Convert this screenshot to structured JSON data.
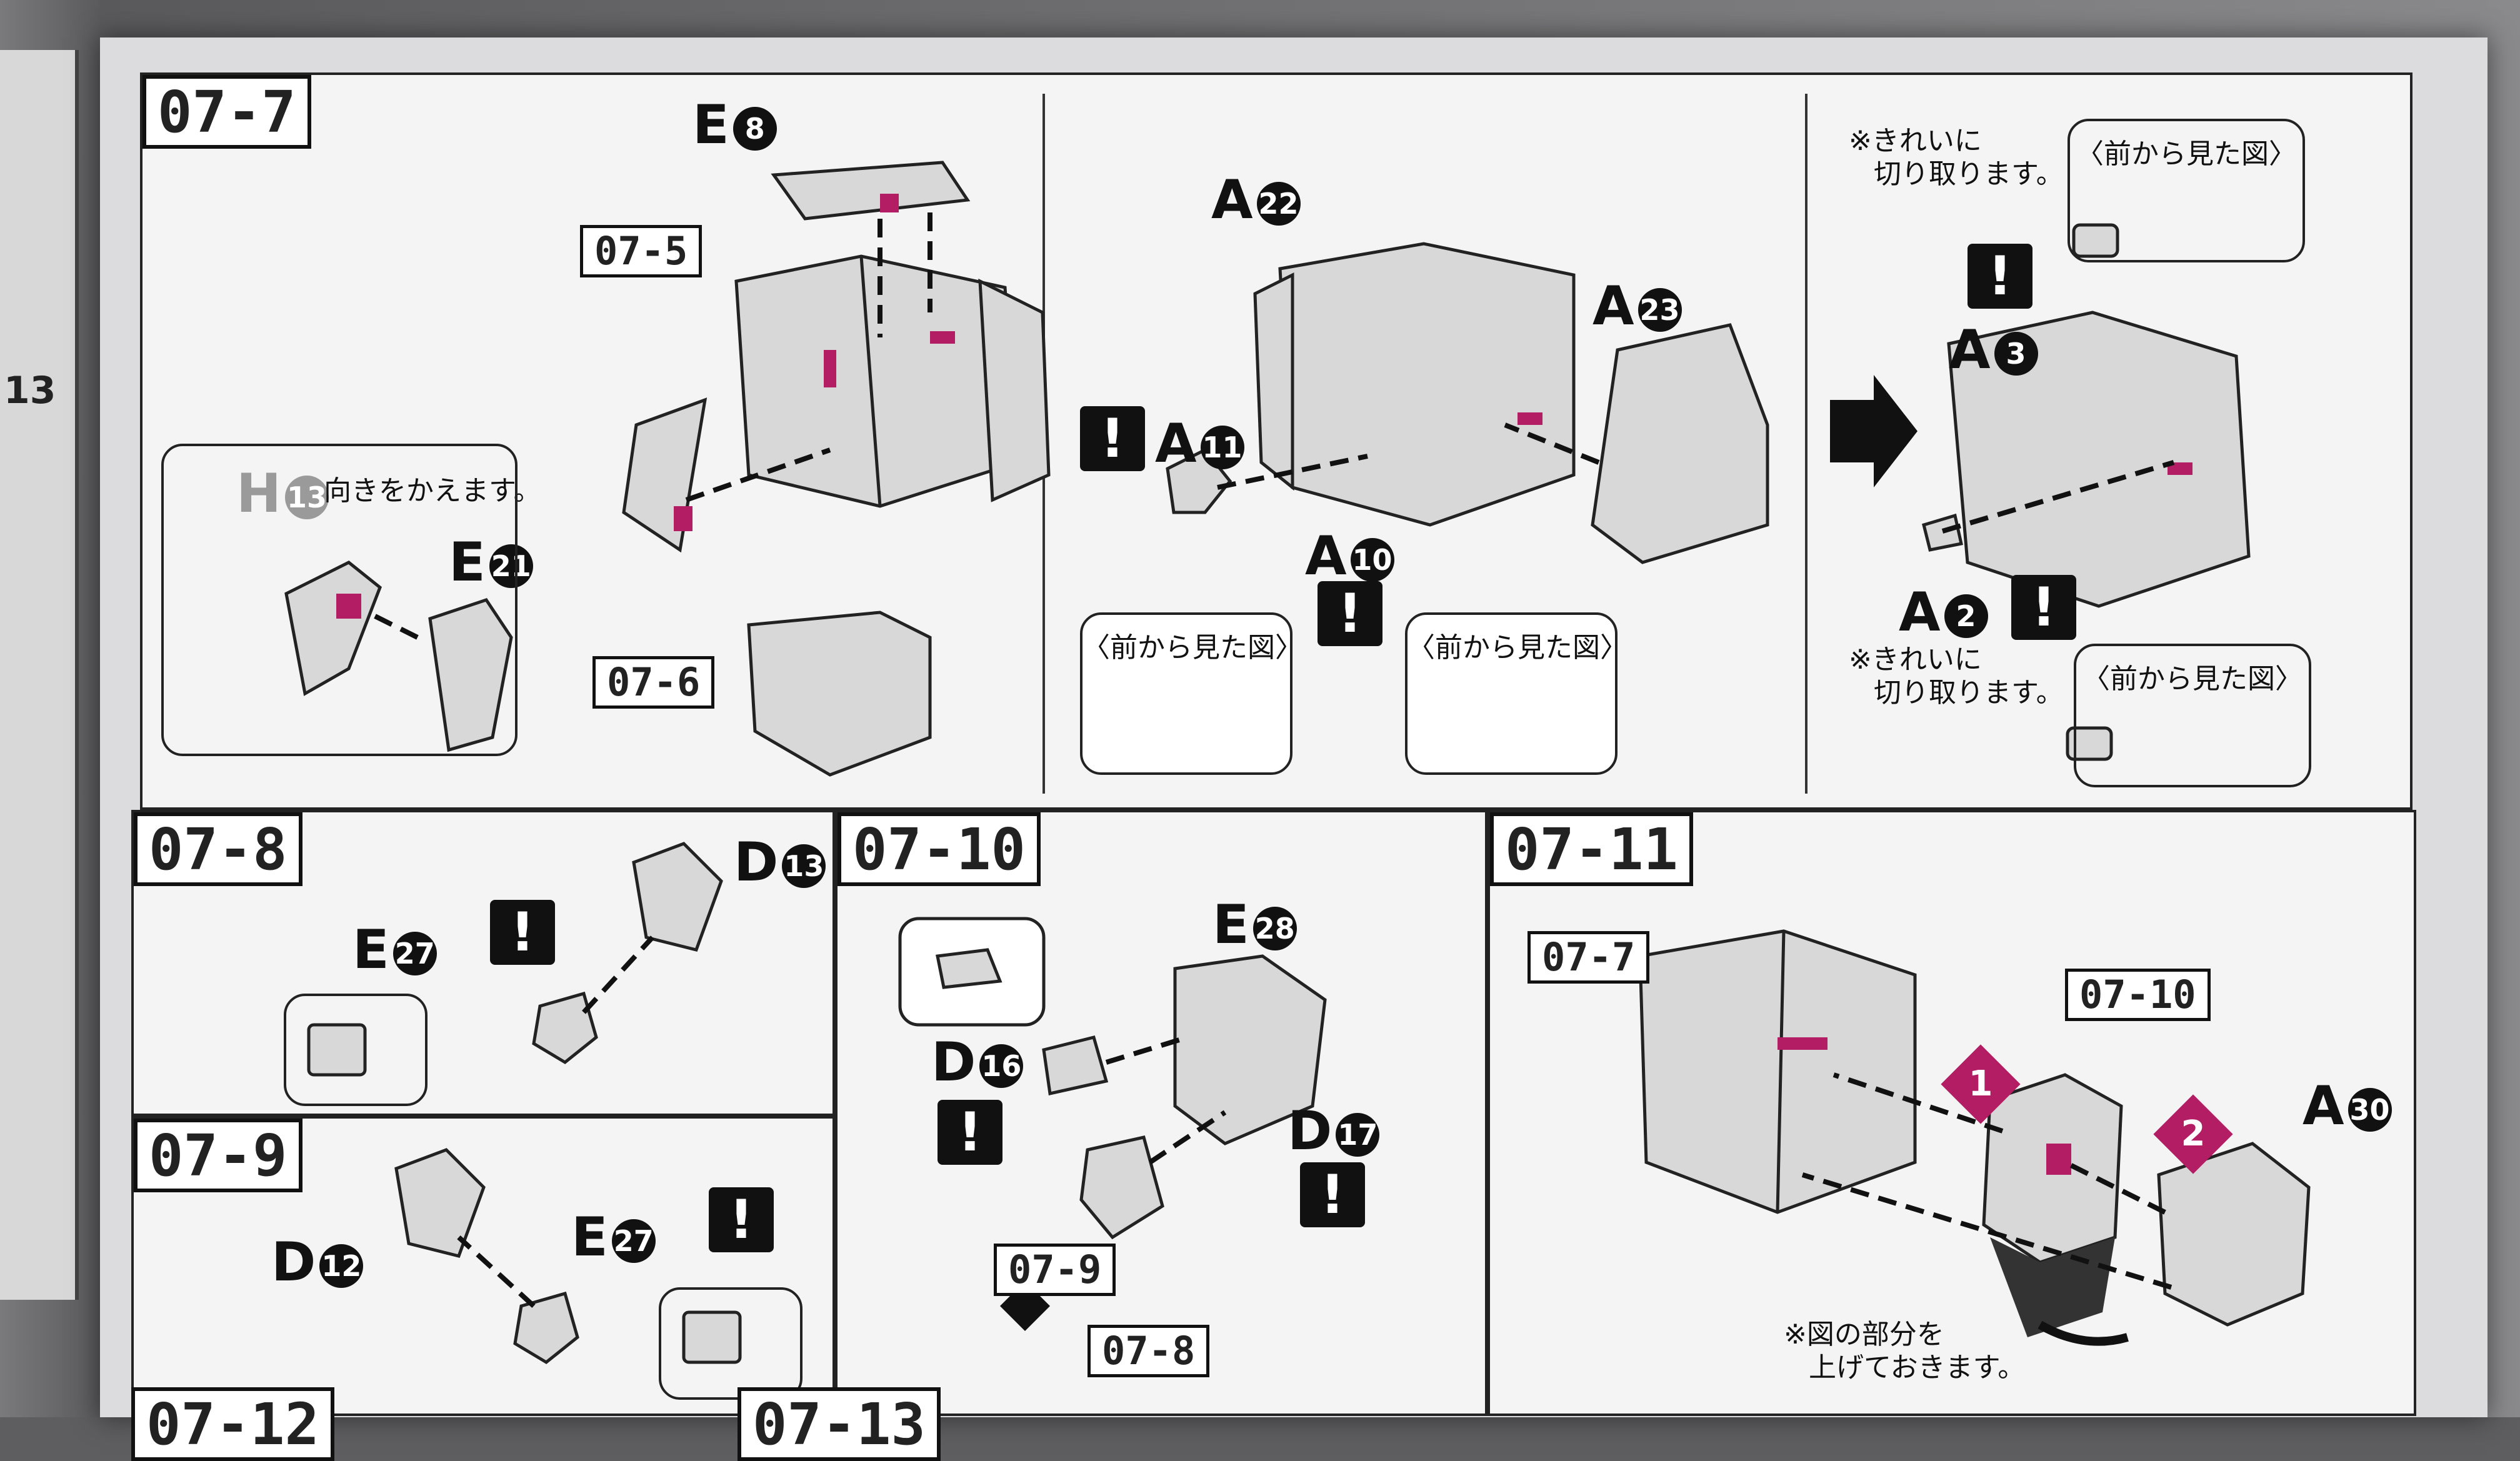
{
  "steps": {
    "s07_7": "07-7",
    "s07_5": "07-5",
    "s07_6": "07-6",
    "s07_8": "07-8",
    "s07_9": "07-9",
    "s07_10": "07-10",
    "s07_11": "07-11",
    "s07_12": "07-12",
    "s07_13": "07-13"
  },
  "parts": {
    "E8": {
      "letter": "E",
      "num": "8"
    },
    "H13": {
      "letter": "H",
      "num": "13"
    },
    "E21": {
      "letter": "E",
      "num": "21"
    },
    "A22": {
      "letter": "A",
      "num": "22"
    },
    "A23": {
      "letter": "A",
      "num": "23"
    },
    "A11": {
      "letter": "A",
      "num": "11"
    },
    "A10": {
      "letter": "A",
      "num": "10"
    },
    "A3": {
      "letter": "A",
      "num": "3"
    },
    "A2": {
      "letter": "A",
      "num": "2"
    },
    "E27a": {
      "letter": "E",
      "num": "27"
    },
    "D13": {
      "letter": "D",
      "num": "13"
    },
    "D12": {
      "letter": "D",
      "num": "12"
    },
    "E27b": {
      "letter": "E",
      "num": "27"
    },
    "E28": {
      "letter": "E",
      "num": "28"
    },
    "D16": {
      "letter": "D",
      "num": "16"
    },
    "D17": {
      "letter": "D",
      "num": "17"
    },
    "A30": {
      "letter": "A",
      "num": "30"
    }
  },
  "notes": {
    "turn_around": "向きをかえます。",
    "front_view": "〈前から見た図〉",
    "cut_clean_1": "※きれいに",
    "cut_clean_2": "切り取ります。",
    "raise_part_1": "※図の部分を",
    "raise_part_2": "上げておきます。"
  },
  "warning_symbol": "!",
  "assembly_steps": {
    "one": "1",
    "two": "2"
  },
  "left_page_number": "13",
  "colors": {
    "accent": "#b21d63",
    "ink": "#111111",
    "paper": "#f4f4f4"
  }
}
